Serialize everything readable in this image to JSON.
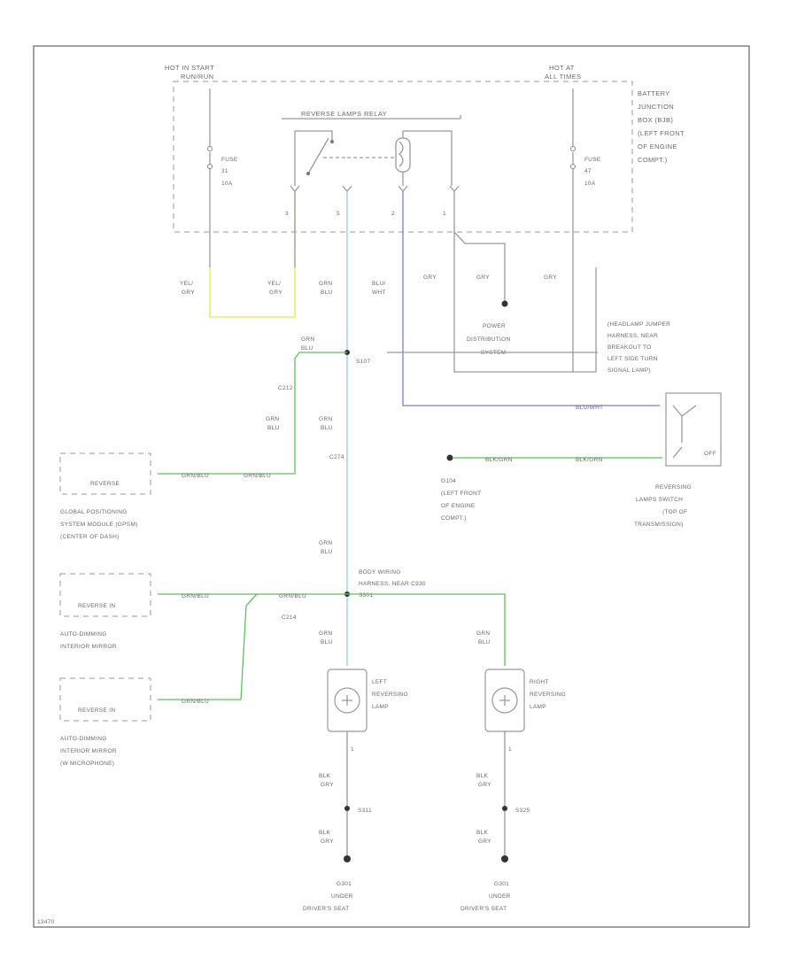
{
  "colors": {
    "yel_gry": "#e6e64a",
    "grn_blu": "#9cc8d8",
    "grn_blu_bright": "#44c27a",
    "blu_wht": "#7b7bea",
    "grn_green": "#5cc25c",
    "gray": "#9a9a9a"
  },
  "labels": {
    "hot_in_start": [
      "HOT IN START",
      "RUN/RUN"
    ],
    "hot_at_all_times": [
      "HOT AT",
      "ALL TIMES"
    ],
    "battery_junction": [
      "BATTERY",
      "JUNCTION",
      "BOX (BJB)",
      "(LEFT FRONT",
      "OF ENGINE",
      "COMPT.)"
    ],
    "relay_title": "REVERSE LAMPS RELAY",
    "fuse_left": [
      "FUSE",
      "31",
      "10A"
    ],
    "fuse_right": [
      "FUSE",
      "47",
      "10A"
    ],
    "pin_3": "3",
    "pin_5": "5",
    "pin_2": "2",
    "pin_1": "1",
    "wire_yel_gry_1": [
      "YEL/",
      "GRY"
    ],
    "wire_yel_gry_2": [
      "YEL/",
      "GRY"
    ],
    "wire_grn_blu_1": [
      "GRN",
      "BLU"
    ],
    "wire_blu_wht": [
      "BLU/",
      "WHT"
    ],
    "wire_gry_1": "GRY",
    "wire_gry_2": "GRY",
    "wire_gry_3": "GRY",
    "power_distribution": [
      "POWER",
      "DISTRIBUTION",
      "SYSTEM"
    ],
    "grn_blu_s107": [
      "GRN",
      "BLU"
    ],
    "s107": "S107",
    "headlamp_jumper": [
      "(HEADLAMP JUMPER",
      "HARNESS, NEAR",
      "BREAKOUT TO",
      "LEFT SIDE TURN",
      "SIGNAL LAMP)"
    ],
    "c212": "C212",
    "grn_blu_2": [
      "GRN",
      "BLU"
    ],
    "grn_blu_3": [
      "GRN",
      "BLU"
    ],
    "blu_wht_2": "BLU/WHT",
    "c274": "C274",
    "reverse_gps": "REVERSE",
    "grn_blu_gps_1": "GRN/BLU",
    "grn_blu_gps_2": "GRN/BLU",
    "gps_caption": [
      "GLOBAL POSITIONING",
      "SYSTEM MODULE (GPSM)",
      "(CENTER OF DASH)"
    ],
    "g104_wire_1": "BLK/GRN",
    "g104_wire_2": "BLK/GRN",
    "g104": [
      "G104",
      "(LEFT FRONT",
      "OF ENGINE",
      "COMPT.)"
    ],
    "switch_caption": [
      "REVERSING",
      "LAMPS SWITCH",
      "(TOP OF",
      "TRANSMISSION)"
    ],
    "off_label": "OFF",
    "grn_blu_4": [
      "GRN",
      "BLU"
    ],
    "body_wiring": [
      "BODY WIRING",
      "HARNESS, NEAR C930",
      "S301"
    ],
    "c214": "C214",
    "reverse_in_1": "REVERSE IN",
    "reverse_in_2": "REVERSE IN",
    "mirror1_wire_1": "GRN/BLU",
    "mirror1_wire_2": "GRN/BLU",
    "mirror2_wire": "GRN/BLU",
    "mirror1_caption": [
      "AUTO-DIMMING",
      "INTERIOR MIRROR"
    ],
    "mirror2_caption": [
      "AUTO-DIMMING",
      "INTERIOR MIRROR",
      "(W MICROPHONE)"
    ],
    "grn_blu_5": [
      "GRN",
      "BLU"
    ],
    "grn_blu_6": [
      "GRN",
      "BLU"
    ],
    "left_lamp": [
      "LEFT",
      "REVERSING",
      "LAMP"
    ],
    "right_lamp": [
      "RIGHT",
      "REVERSING",
      "LAMP"
    ],
    "lamp_pin_left": "1",
    "lamp_pin_right": "1",
    "blk_gry_1": [
      "BLK",
      "GRY"
    ],
    "blk_gry_2": [
      "BLK",
      "GRY"
    ],
    "blk_gry_3": [
      "BLK",
      "GRY"
    ],
    "blk_gry_4": [
      "BLK",
      "GRY"
    ],
    "s311": "S311",
    "s325": "S325",
    "g301_left": [
      "G301",
      "UNDER",
      "DRIVER'S SEAT"
    ],
    "g301_right": [
      "G301",
      "UNDER",
      "DRIVER'S SEAT"
    ],
    "figure_code": "13470"
  }
}
